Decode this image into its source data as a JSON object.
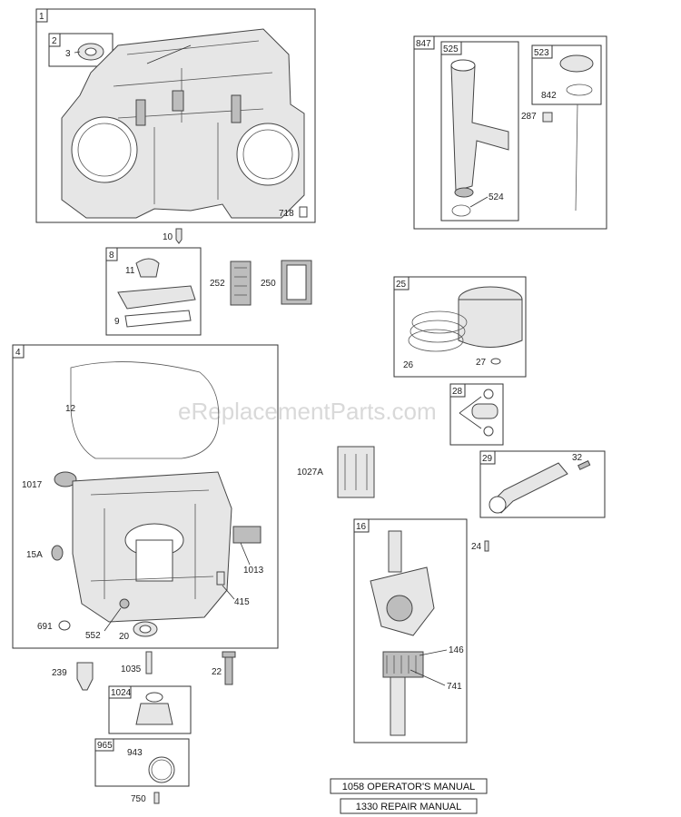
{
  "watermark": "eReplacementParts.com",
  "groups": {
    "g1": "1",
    "g2": "2",
    "g847": "847",
    "g525": "525",
    "g523": "523",
    "g8": "8",
    "g25": "25",
    "g4": "4",
    "g28": "28",
    "g29": "29",
    "g16": "16",
    "g1024": "1024",
    "g965": "965"
  },
  "parts": {
    "p3": "3",
    "p718": "718",
    "p10": "10",
    "p524": "524",
    "p842": "842",
    "p287": "287",
    "p11": "11",
    "p9": "9",
    "p252": "252",
    "p250": "250",
    "p26": "26",
    "p27": "27",
    "p12": "12",
    "p1017": "1017",
    "p15A": "15A",
    "p1013": "1013",
    "p415": "415",
    "p691": "691",
    "p552": "552",
    "p20": "20",
    "p1027A": "1027A",
    "p32": "32",
    "p24": "24",
    "p146": "146",
    "p741": "741",
    "p239": "239",
    "p1035": "1035",
    "p22": "22",
    "p943": "943",
    "p750": "750"
  },
  "manuals": {
    "operators": "1058 OPERATOR'S MANUAL",
    "repair": "1330 REPAIR MANUAL"
  }
}
